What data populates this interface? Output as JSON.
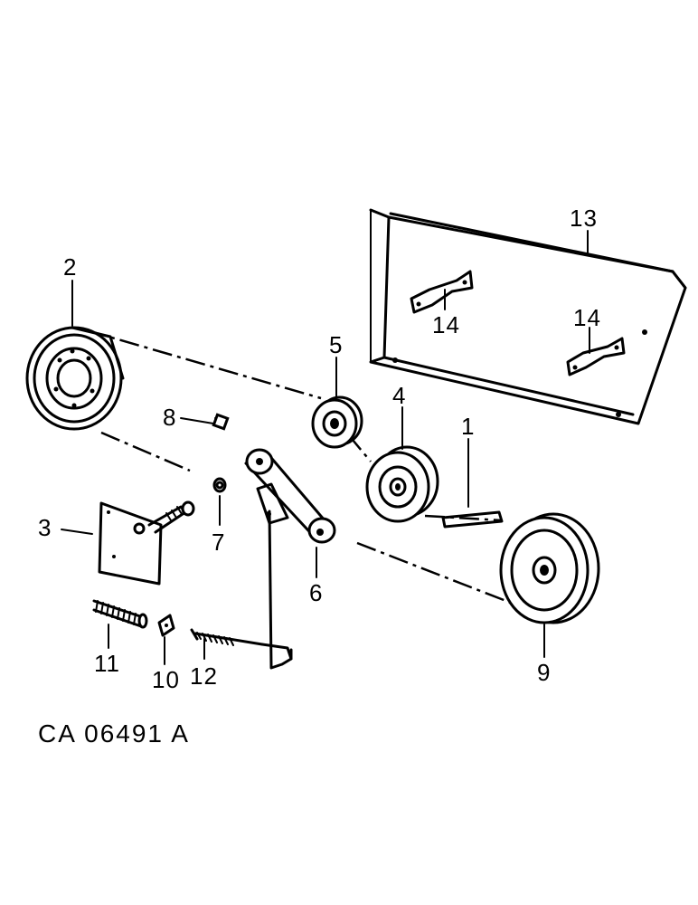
{
  "diagram": {
    "callouts": {
      "c1": "1",
      "c2": "2",
      "c3": "3",
      "c4": "4",
      "c5": "5",
      "c6": "6",
      "c7": "7",
      "c8": "8",
      "c9": "9",
      "c10": "10",
      "c11": "11",
      "c12": "12",
      "c13": "13",
      "c14a": "14",
      "c14b": "14"
    },
    "figure_code": "CA 06491 A"
  }
}
